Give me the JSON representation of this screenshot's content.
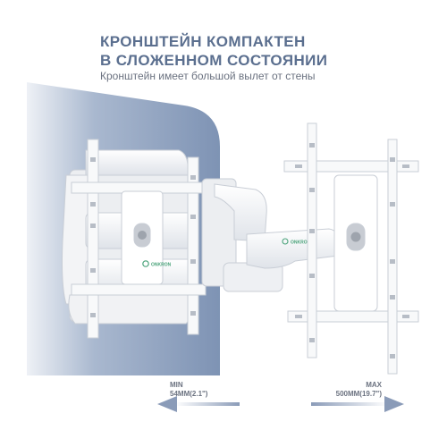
{
  "header": {
    "title_line1": "КРОНШТЕЙН КОМПАКТЕН",
    "title_line2": "В СЛОЖЕННОМ СОСТОЯНИИ",
    "subtitle": "Кронштейн имеет большой вылет от стены"
  },
  "product": {
    "brand_mark": "ONKRON"
  },
  "measures": {
    "min_label": "MIN",
    "min_value": "54MM(2.1\")",
    "max_label": "MAX",
    "max_value": "500MM(19.7\")"
  },
  "colors": {
    "wall": "#7e93b4",
    "accent_text": "#5b6f8f",
    "bracket": "#f4f5f7",
    "arrow": "#8a9bb8"
  }
}
